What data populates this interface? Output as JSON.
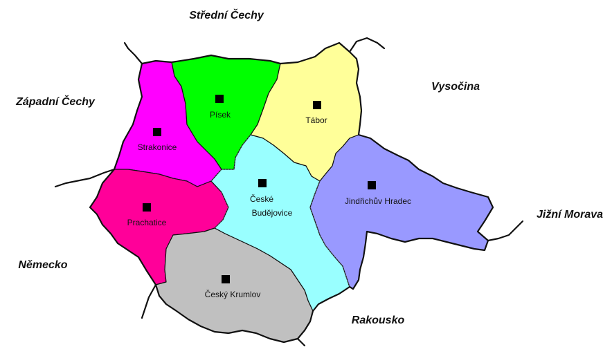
{
  "map": {
    "neighbors": {
      "north": "Střední Čechy",
      "west": "Západní Čechy",
      "east": "Vysočina",
      "southeast": "Jižní Morava",
      "southwest": "Německo",
      "south": "Rakousko"
    },
    "districts": [
      {
        "id": "strakonice",
        "name": "Strakonice",
        "color": "#ff00ff"
      },
      {
        "id": "pisek",
        "name": "Písek",
        "color": "#00ff00"
      },
      {
        "id": "tabor",
        "name": "Tábor",
        "color": "#ffff99"
      },
      {
        "id": "prachatice",
        "name": "Prachatice",
        "color": "#ff0099"
      },
      {
        "id": "ceske-budejovice",
        "name_line1": "České",
        "name_line2": "Budějovice",
        "color": "#99ffff"
      },
      {
        "id": "jindrichuv-hradec",
        "name": "Jindřichův Hradec",
        "color": "#9999ff"
      },
      {
        "id": "cesky-krumlov",
        "name": "Český Krumlov",
        "color": "#c0c0c0"
      }
    ],
    "seat_marker_color": "#000000"
  }
}
